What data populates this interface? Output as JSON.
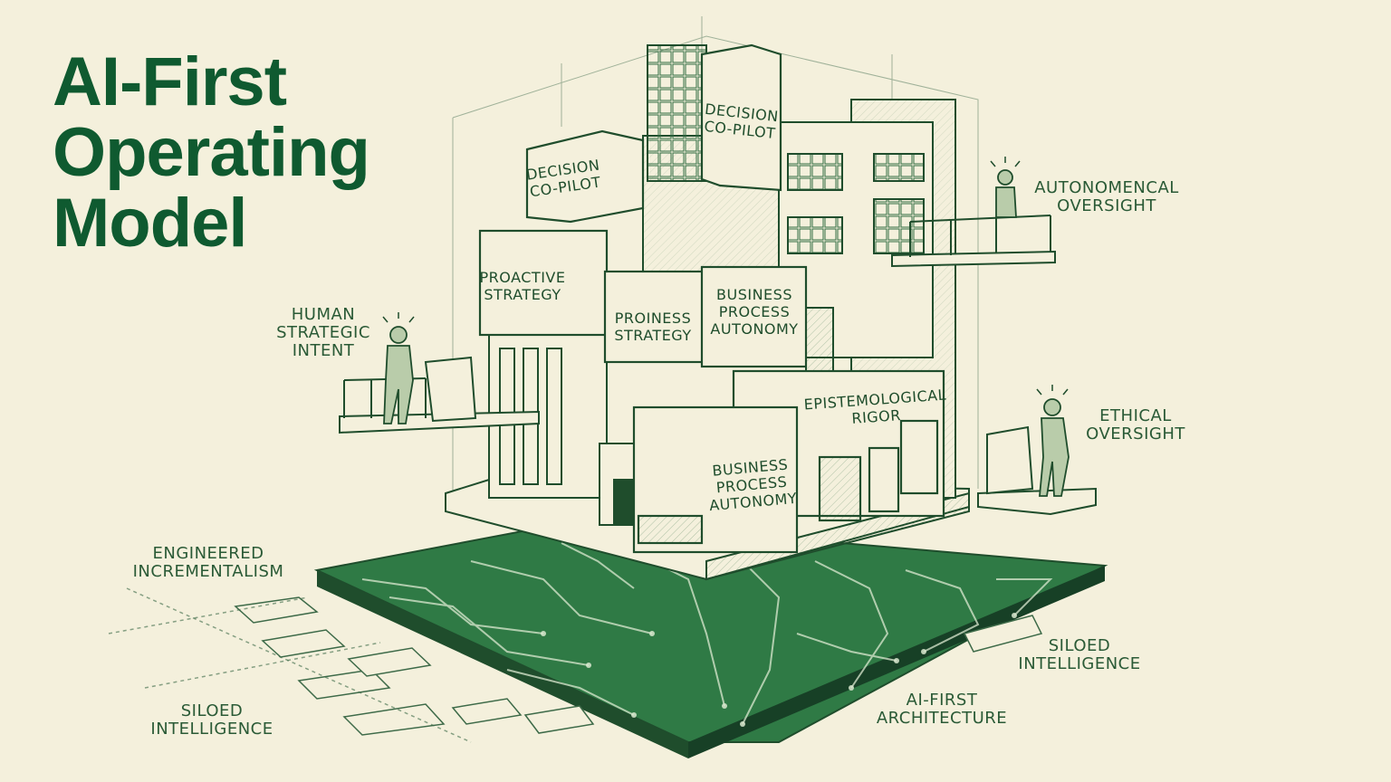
{
  "title": {
    "lines": [
      "AI-First",
      "Operating",
      "Model"
    ]
  },
  "labels": {
    "human_strategic_intent": [
      "HUMAN",
      "STRATEGIC",
      "INTENT"
    ],
    "autonomical_oversight": [
      "AUTONOMENCAL",
      "OVERSIGHT"
    ],
    "ethical_oversight": [
      "ETHICAL",
      "OVERSIGHT"
    ],
    "engineered_incrementalism": [
      "ENGINEERED",
      "INCREMENTALISM"
    ],
    "siloed_intelligence_left": [
      "SILOED",
      "INTELLIGENCE"
    ],
    "siloed_intelligence_right": [
      "SILOED",
      "INTELLIGENCE"
    ],
    "ai_first_architecture": [
      "AI-FIRST",
      "ARCHITECTURE"
    ]
  },
  "modules": {
    "decision_copilot_left": [
      "DECISION",
      "CO-PILOT"
    ],
    "decision_copilot_top": [
      "DECISION",
      "CO-PILOT"
    ],
    "proactive_strategy": [
      "PROACTIVE",
      "STRATEGY"
    ],
    "proiness_strategy": [
      "PROINESS",
      "STRATEGY"
    ],
    "business_process_autonomy_upper": [
      "BUSINESS",
      "PROCESS",
      "AUTONOMY"
    ],
    "epistemological_rigor": [
      "EPISTEMOLOGICAL",
      "RIGOR"
    ],
    "business_process_autonomy_lower": [
      "BUSINESS",
      "PROCESS",
      "AUTONOMY"
    ]
  },
  "colors": {
    "background": "#f4f0dc",
    "ink": "#1f4d2c",
    "title": "#0f5a30",
    "circuit": "#2f7a45"
  }
}
